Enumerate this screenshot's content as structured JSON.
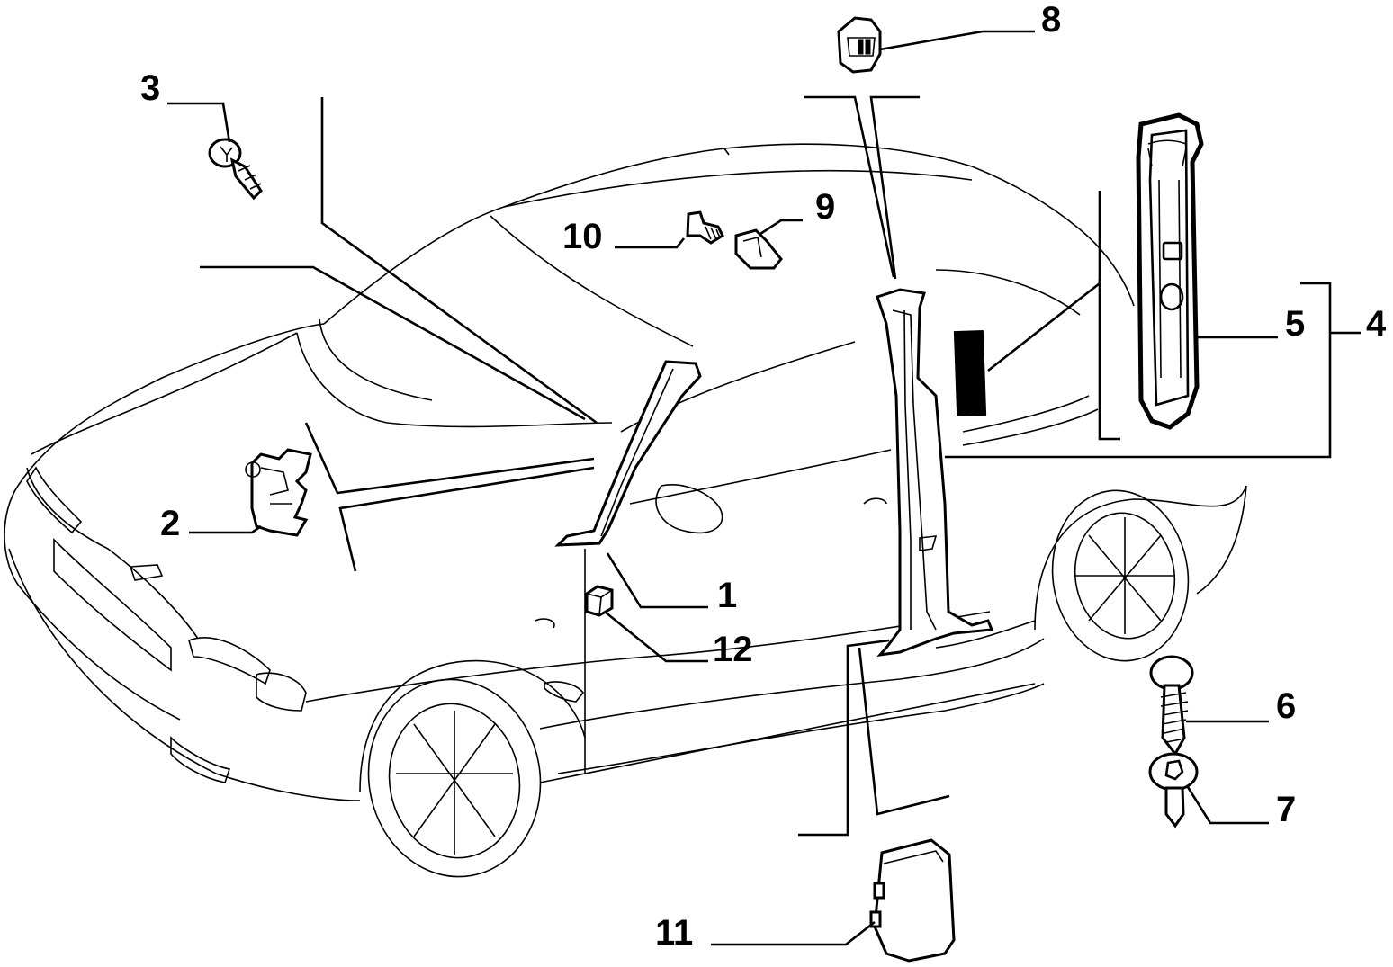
{
  "diagram": {
    "kind": "exploded parts diagram",
    "colors": {
      "ink": "#000000",
      "paper": "#ffffff"
    },
    "callouts": [
      {
        "id": "1",
        "label": "1"
      },
      {
        "id": "2",
        "label": "2"
      },
      {
        "id": "3",
        "label": "3"
      },
      {
        "id": "4",
        "label": "4"
      },
      {
        "id": "5",
        "label": "5"
      },
      {
        "id": "6",
        "label": "6"
      },
      {
        "id": "7",
        "label": "7"
      },
      {
        "id": "8",
        "label": "8"
      },
      {
        "id": "9",
        "label": "9"
      },
      {
        "id": "10",
        "label": "10"
      },
      {
        "id": "11",
        "label": "11"
      },
      {
        "id": "12",
        "label": "12"
      }
    ]
  }
}
